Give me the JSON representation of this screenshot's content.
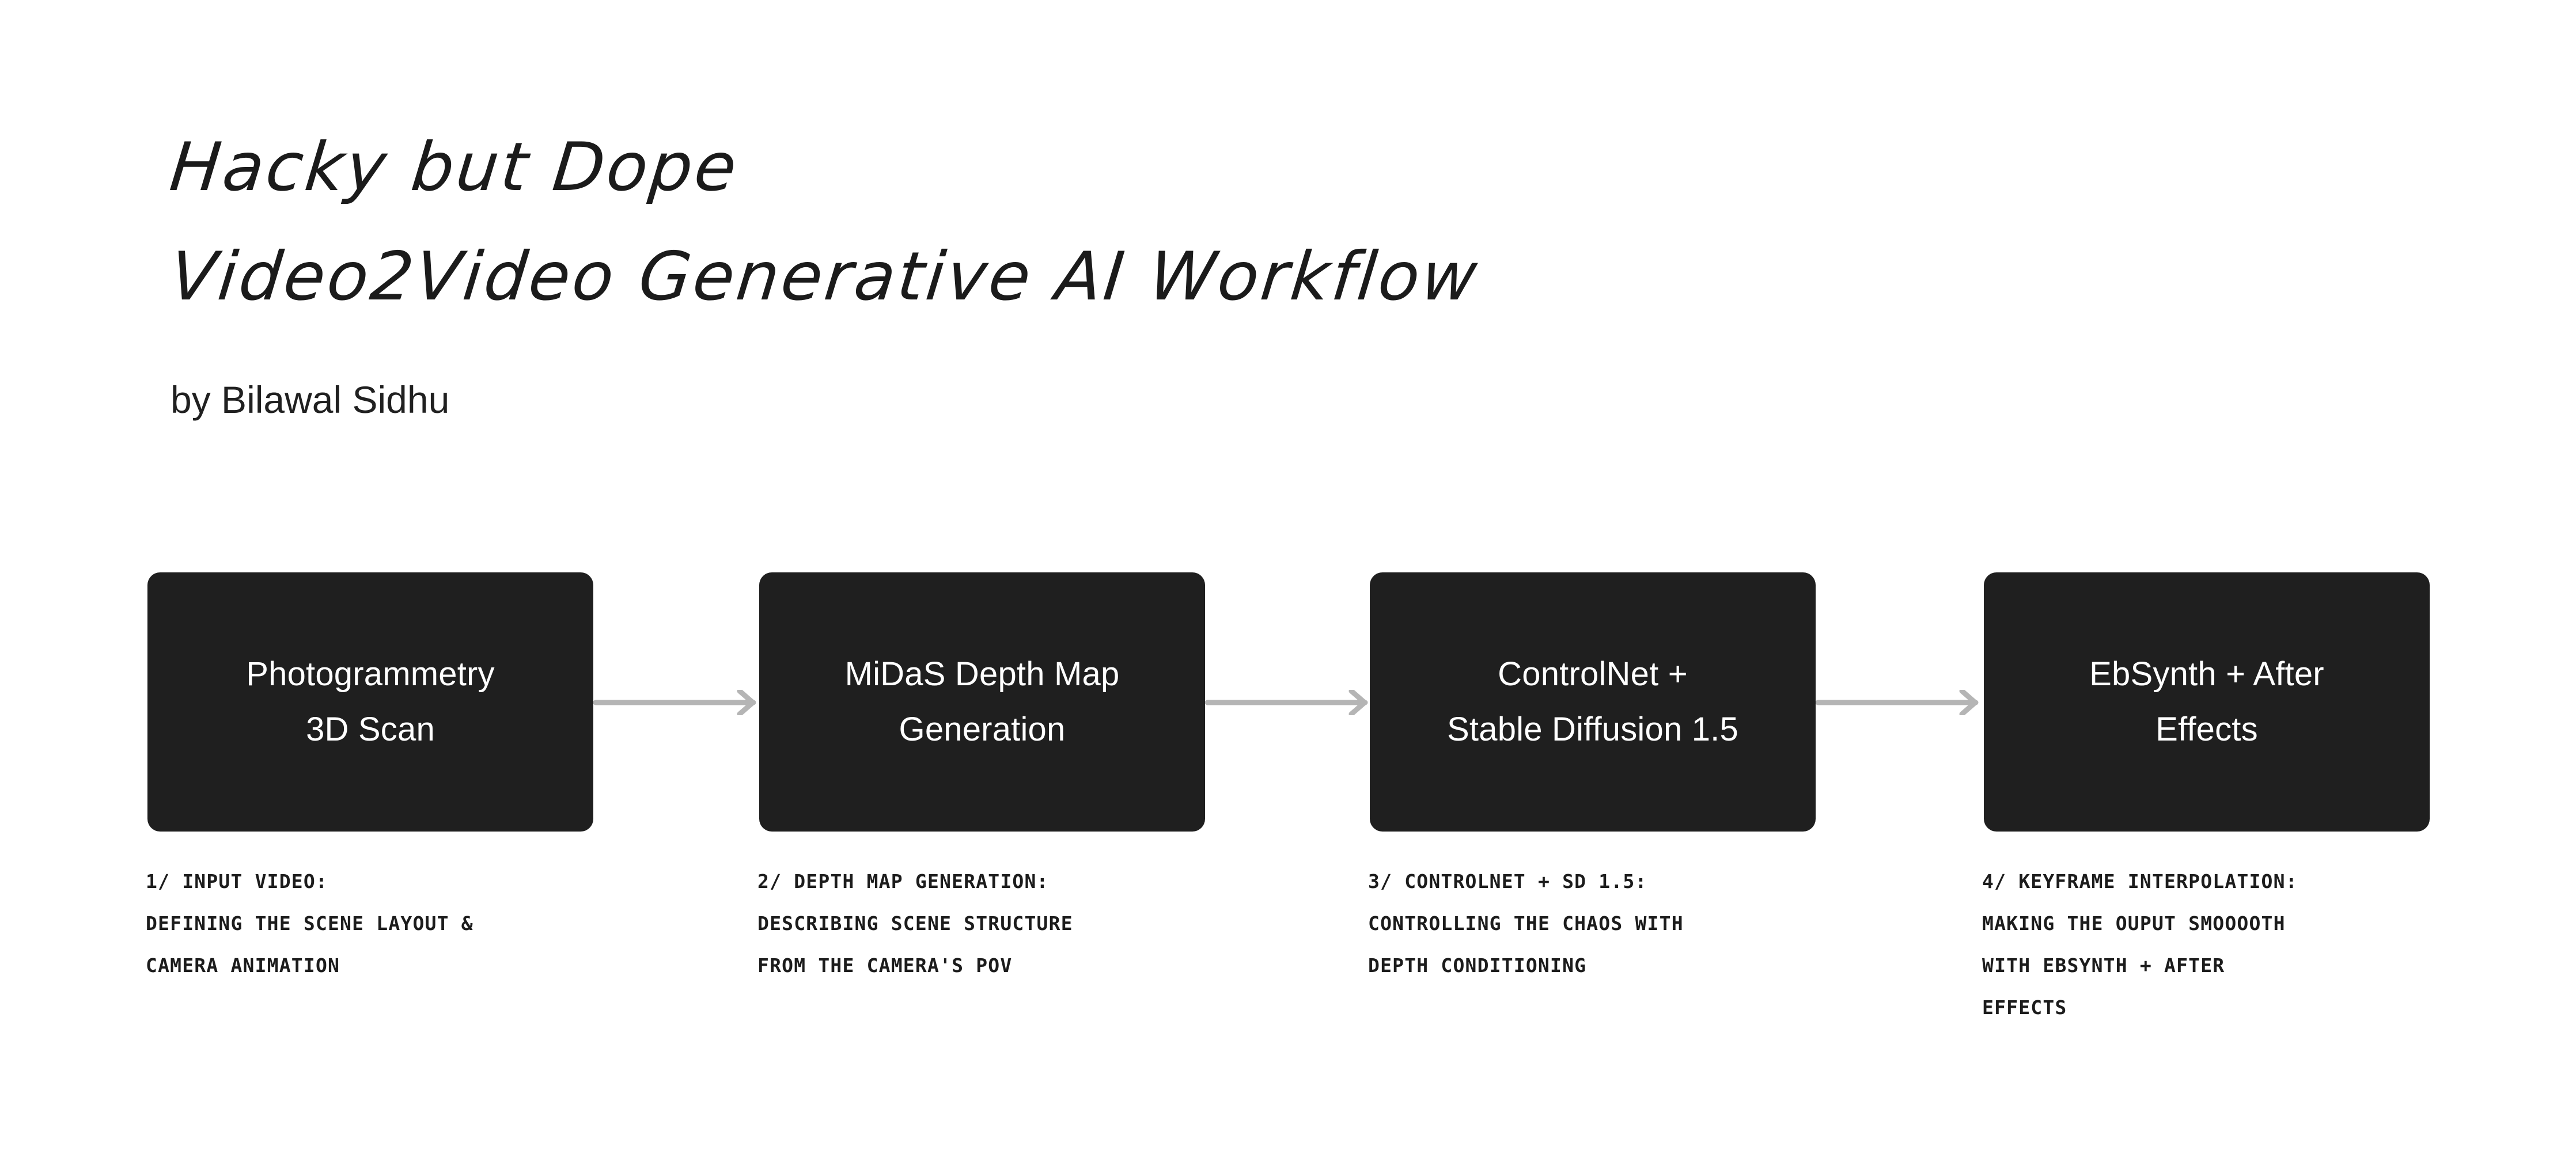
{
  "page": {
    "background_color": "#ffffff"
  },
  "header": {
    "title_line_1": "Hacky but Dope",
    "title_line_2": "Video2Video Generative AI Workflow",
    "byline": "by Bilawal Sidhu",
    "title_color": "#1b1b1b",
    "byline_color": "#202020"
  },
  "flow": {
    "arrow_color": "#b5b5b5",
    "box_color": "#1f1f1f",
    "box_text_color": "#ffffff",
    "steps": [
      {
        "box_label": "Photogrammetry\n3D Scan",
        "caption": "1/ INPUT VIDEO:\nDEFINING THE SCENE LAYOUT &\nCAMERA ANIMATION"
      },
      {
        "box_label": "MiDaS Depth Map\nGeneration",
        "caption": "2/ DEPTH MAP GENERATION:\nDESCRIBING SCENE STRUCTURE\nFROM THE CAMERA'S POV"
      },
      {
        "box_label": "ControlNet +\nStable Diffusion 1.5",
        "caption": "3/ CONTROLNET + SD 1.5:\nCONTROLLING THE CHAOS WITH\nDEPTH CONDITIONING"
      },
      {
        "box_label": "EbSynth + After\nEffects",
        "caption": "4/ KEYFRAME INTERPOLATION:\nMAKING THE OUPUT SMOOOOTH\nWITH EBSYNTH + AFTER\nEFFECTS"
      }
    ]
  }
}
